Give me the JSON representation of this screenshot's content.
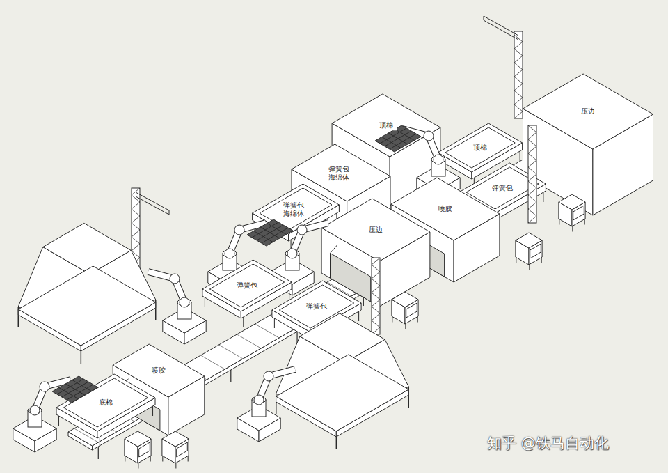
{
  "diagram": {
    "nodes": [
      {
        "text": [
          "压边"
        ]
      },
      {
        "text": [
          "顶棉"
        ]
      },
      {
        "text": [
          "顶棉"
        ]
      },
      {
        "text": [
          "弹簧包 海绵体"
        ]
      },
      {
        "text": [
          "弹簧包"
        ]
      },
      {
        "text": [
          "喷胶"
        ]
      },
      {
        "text": [
          "弹簧包 海绵体"
        ]
      },
      {
        "text": [
          "压边"
        ]
      },
      {
        "text": [
          "弹簧包"
        ]
      },
      {
        "text": [
          "弹簧包"
        ]
      },
      {
        "text": [
          "喷胶"
        ]
      },
      {
        "text": [
          "底棉"
        ]
      }
    ],
    "labels": [
      "知乎 @铁马自动化"
    ]
  }
}
